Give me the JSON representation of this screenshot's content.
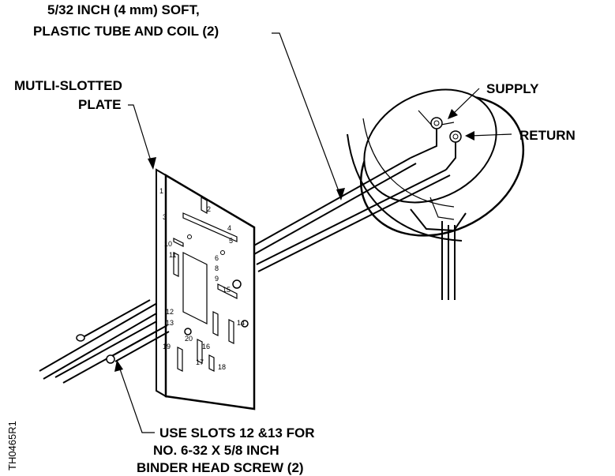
{
  "labels": {
    "tube_line1": "5/32 INCH (4 mm) SOFT,",
    "tube_line2": "PLASTIC TUBE AND COIL (2)",
    "plate_line1": "MUTLI-SLOTTED",
    "plate_line2": "PLATE",
    "supply": "SUPPLY",
    "return": "RETURN",
    "slots_line1": "USE SLOTS 12 &13 FOR",
    "slots_line2": "NO. 6-32 X 5/8 INCH",
    "slots_line3": "BINDER HEAD SCREW (2)",
    "drawing_code": "TH0465R1"
  },
  "slot_numbers": [
    "1",
    "2",
    "3",
    "4",
    "5",
    "6",
    "8",
    "9",
    "10",
    "11",
    "12",
    "13",
    "14",
    "15",
    "16",
    "17",
    "18",
    "19",
    "20"
  ]
}
